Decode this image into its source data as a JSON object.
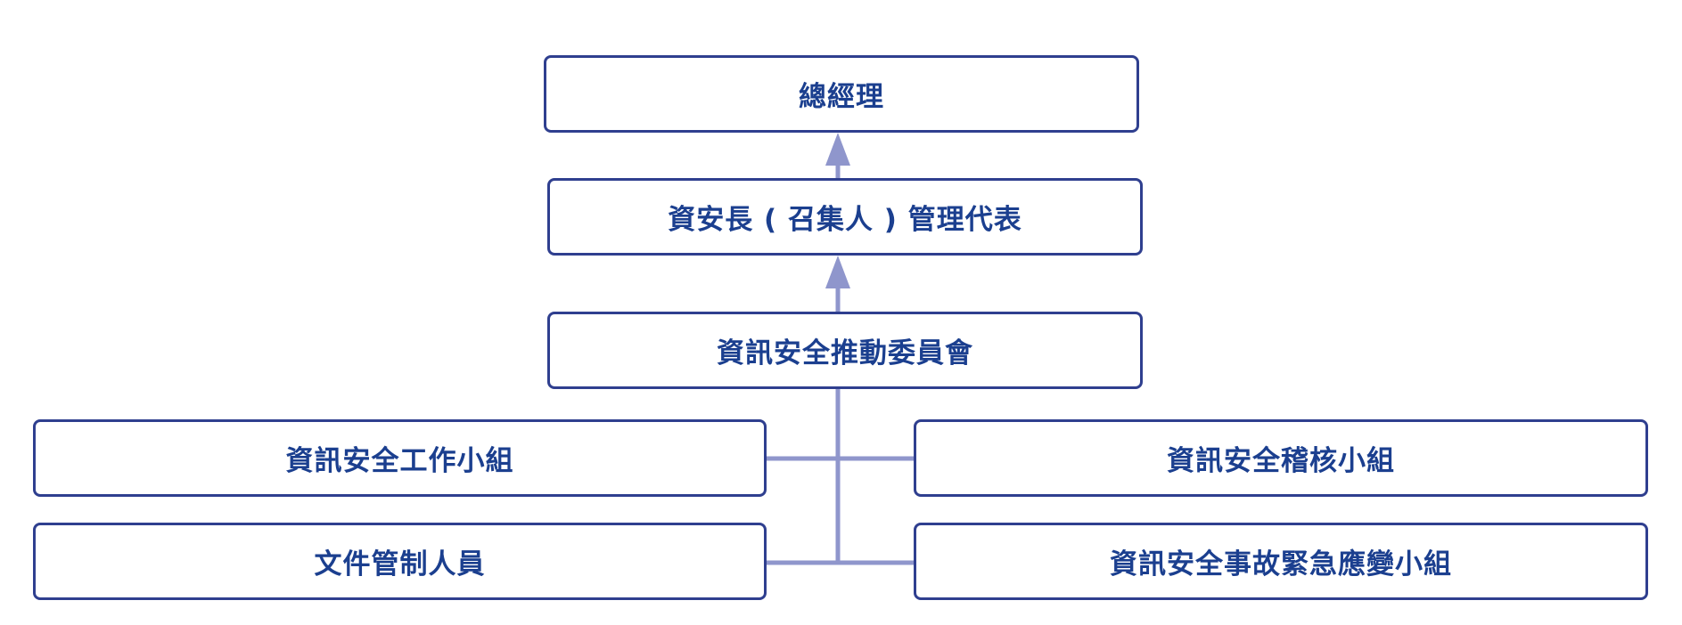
{
  "colors": {
    "box_border": "#2f3f8f",
    "box_text": "#1b3f8f",
    "connector": "#8f96cc",
    "background": "#ffffff"
  },
  "nodes": {
    "general_manager": "總經理",
    "ciso": "資安長 ( 召集人 ) 管理代表",
    "committee": "資訊安全推動委員會",
    "work_group": "資訊安全工作小組",
    "audit_group": "資訊安全稽核小組",
    "document_control": "文件管制人員",
    "incident_response": "資訊安全事故緊急應變小組"
  }
}
